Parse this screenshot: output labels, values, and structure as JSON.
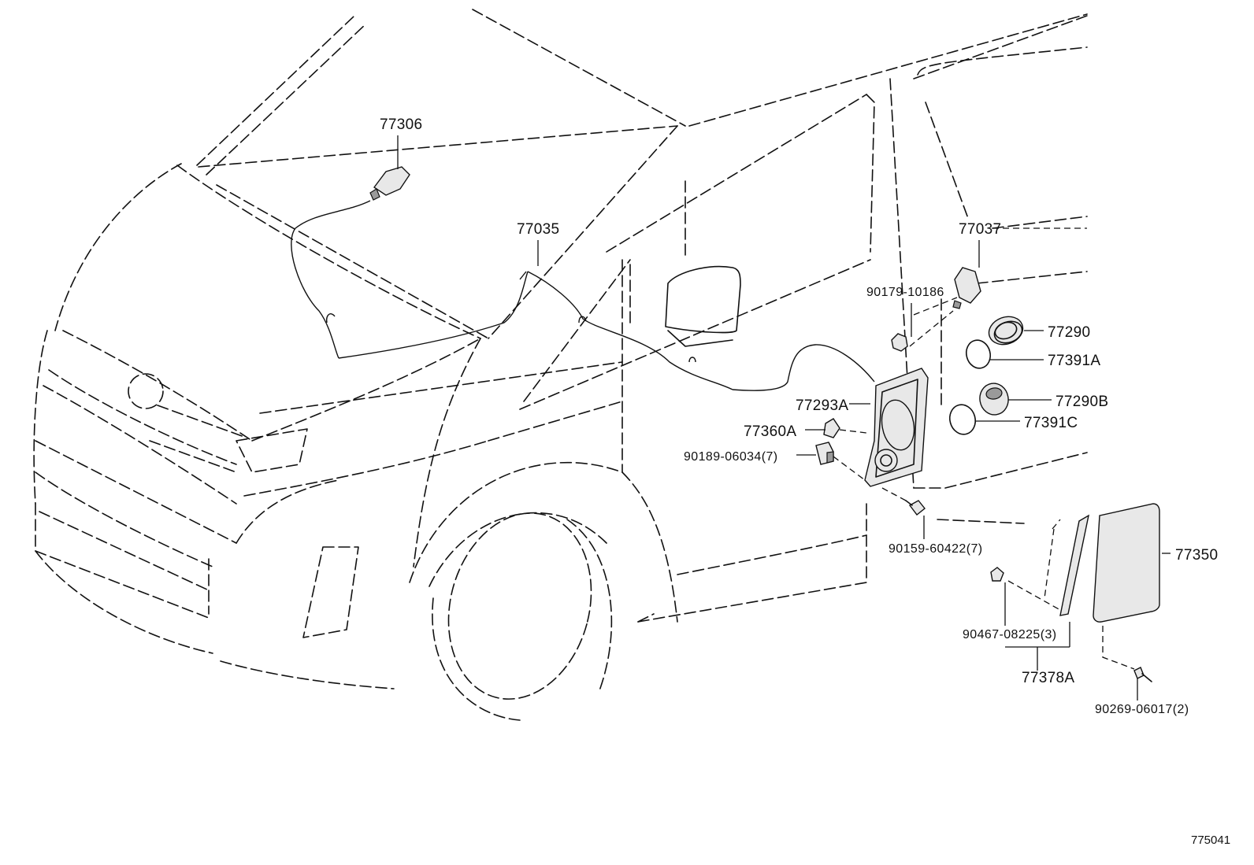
{
  "labels": {
    "p77306": "77306",
    "p77035": "77035",
    "p77037": "77037",
    "p90179": "90179-10186",
    "p77290": "77290",
    "p77391A": "77391A",
    "p77290B": "77290B",
    "p77391C": "77391C",
    "p77293A": "77293A",
    "p77360A": "77360A",
    "p90189": "90189-06034(7)",
    "p90159": "90159-60422(7)",
    "p77350": "77350",
    "p90467": "90467-08225(3)",
    "p77378A": "77378A",
    "p90269": "90269-06017(2)"
  },
  "diagram_id": "775041"
}
